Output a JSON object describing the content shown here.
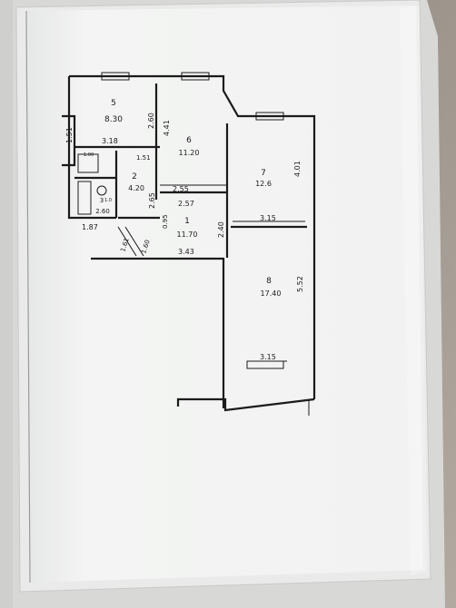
{
  "rooms": [
    {
      "number": "5",
      "area": "8.30"
    },
    {
      "number": "6",
      "area": "11.20"
    },
    {
      "number": "7",
      "area": "12.6"
    },
    {
      "number": "2",
      "area": "4.20"
    },
    {
      "number": "1",
      "area": "11.70"
    },
    {
      "number": "8",
      "area": "17.40"
    },
    {
      "number": "3",
      "area": "2.60"
    }
  ],
  "dimensions": [
    "1.51",
    "3.18",
    "2.60",
    "4.41",
    "1.51",
    "2.55",
    "2.65",
    "2.57",
    "0.95",
    "2.40",
    "3.15",
    "4.01",
    "1.87",
    "1.61",
    "1.60",
    "3.43",
    "5.52",
    "3.15",
    "1.00",
    "1.0"
  ],
  "colors": {
    "paper": "#f4f5f4",
    "ink": "#1b1b1b",
    "background": "#6f6a63"
  }
}
